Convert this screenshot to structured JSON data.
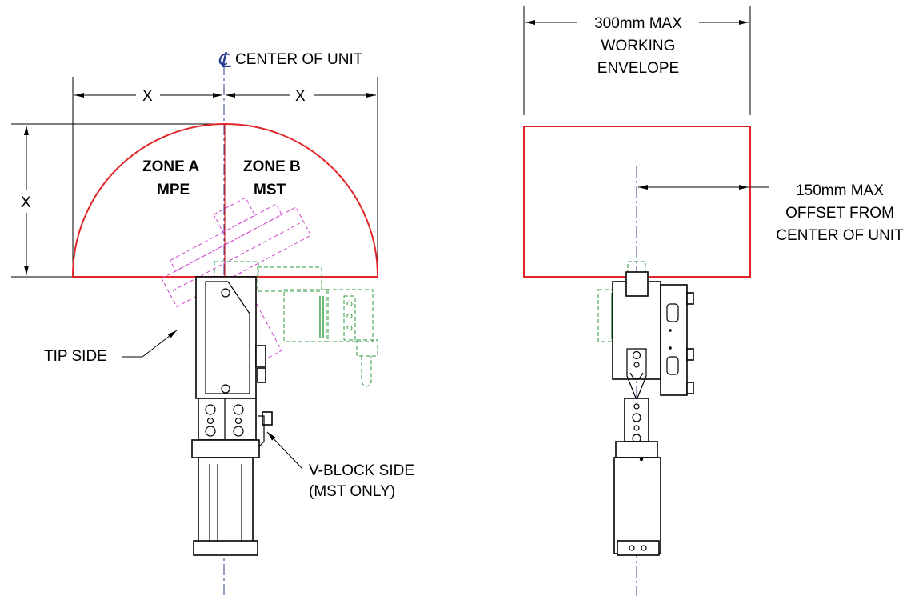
{
  "labels": {
    "center_symbol": "℄",
    "center_of_unit": "CENTER OF UNIT",
    "x_left": "X",
    "x_right": "X",
    "x_vertical": "X",
    "zone_a_title": "ZONE A",
    "zone_a_sub": "MPE",
    "zone_b_title": "ZONE B",
    "zone_b_sub": "MST",
    "tip_side": "TIP SIDE",
    "vblock_line1": "V-BLOCK SIDE",
    "vblock_line2": "(MST ONLY)",
    "envelope_line1": "300mm MAX",
    "envelope_line2": "WORKING",
    "envelope_line3": "ENVELOPE",
    "offset_line1": "150mm MAX",
    "offset_line2": "OFFSET FROM",
    "offset_line3": "CENTER OF UNIT"
  },
  "colors": {
    "envelope": "#e0262a",
    "centerline": "#2b3d8f",
    "ghost_tilted": "#cc44cc",
    "ghost_offset": "#2e9a3a"
  }
}
